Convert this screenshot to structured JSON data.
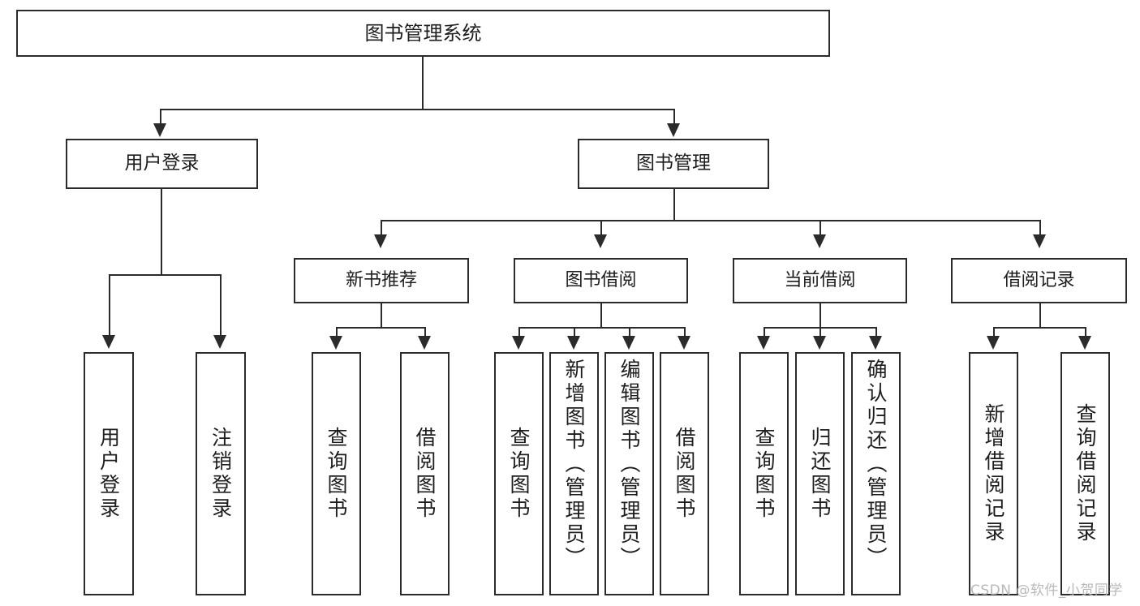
{
  "diagram": {
    "type": "tree-hierarchy",
    "title": "图书管理系统",
    "root": {
      "label": "图书管理系统"
    },
    "level1": [
      {
        "id": "user-login",
        "label": "用户登录"
      },
      {
        "id": "book-manage",
        "label": "图书管理"
      }
    ],
    "level2": [
      {
        "id": "new-book-recommend",
        "label": "新书推荐",
        "parent": "book-manage"
      },
      {
        "id": "book-borrow",
        "label": "图书借阅",
        "parent": "book-manage"
      },
      {
        "id": "current-borrow",
        "label": "当前借阅",
        "parent": "book-manage"
      },
      {
        "id": "borrow-record",
        "label": "借阅记录",
        "parent": "book-manage"
      }
    ],
    "leaves": {
      "user_login": [
        {
          "id": "leaf-user-login",
          "label": "用户登录"
        },
        {
          "id": "leaf-logout-login",
          "label": "注销登录"
        }
      ],
      "new_book_recommend": [
        {
          "id": "leaf-query-book-1",
          "label": "查询图书"
        },
        {
          "id": "leaf-borrow-book-1",
          "label": "借阅图书"
        }
      ],
      "book_borrow": [
        {
          "id": "leaf-query-book-2",
          "label": "查询图书"
        },
        {
          "id": "leaf-add-book",
          "label": "新增图书（管理员）"
        },
        {
          "id": "leaf-edit-book",
          "label": "编辑图书（管理员）"
        },
        {
          "id": "leaf-borrow-book-2",
          "label": "借阅图书"
        }
      ],
      "current_borrow": [
        {
          "id": "leaf-query-book-3",
          "label": "查询图书"
        },
        {
          "id": "leaf-return-book",
          "label": "归还图书"
        },
        {
          "id": "leaf-confirm-return",
          "label": "确认归还（管理员）"
        }
      ],
      "borrow_record": [
        {
          "id": "leaf-add-record",
          "label": "新增借阅记录"
        },
        {
          "id": "leaf-query-record",
          "label": "查询借阅记录"
        }
      ]
    }
  },
  "watermark": {
    "text": "CSDN @软件_小贺同学"
  },
  "colors": {
    "stroke": "#2b2b2b",
    "fill": "#ffffff",
    "text": "#1d1d1d",
    "watermark": "#b9b9b9"
  }
}
